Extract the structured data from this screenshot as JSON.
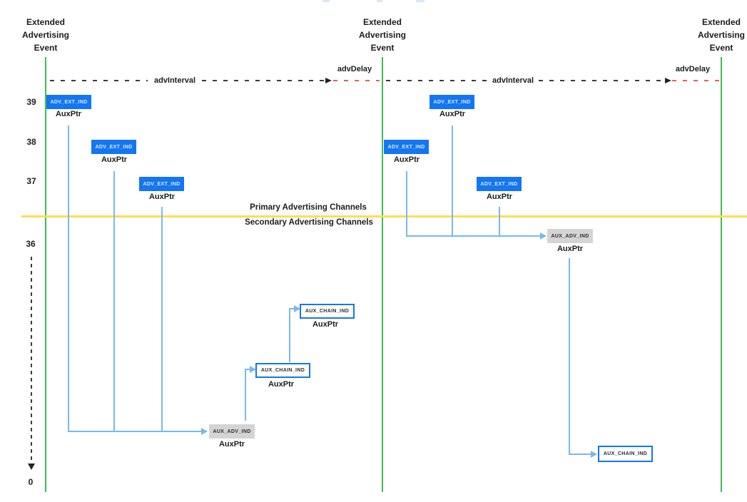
{
  "labels": {
    "event_title_lines": [
      "Extended",
      "Advertising",
      "Event"
    ],
    "adv_interval": "advInterval",
    "adv_delay": "advDelay",
    "aux_ptr": "AuxPtr",
    "primary_channels": "Primary Advertising Channels",
    "secondary_channels": "Secondary Advertising Channels"
  },
  "channels": {
    "ticks": [
      "39",
      "38",
      "37",
      "36",
      "0"
    ]
  },
  "pdus": {
    "adv_ext_ind": "ADV_EXT_IND",
    "aux_adv_ind": "AUX_ADV_IND",
    "aux_chain_ind": "AUX_CHAIN_IND"
  },
  "events": [
    {
      "title": "Extended Advertising Event",
      "primary_pdus": [
        {
          "pdu": "ADV_EXT_IND",
          "channel": "39"
        },
        {
          "pdu": "ADV_EXT_IND",
          "channel": "38"
        },
        {
          "pdu": "ADV_EXT_IND",
          "channel": "37"
        }
      ],
      "secondary_pdus": [
        "AUX_ADV_IND",
        "AUX_CHAIN_IND",
        "AUX_CHAIN_IND"
      ]
    },
    {
      "title": "Extended Advertising Event",
      "primary_pdus": [
        {
          "pdu": "ADV_EXT_IND",
          "channel": "38"
        },
        {
          "pdu": "ADV_EXT_IND",
          "channel": "39"
        },
        {
          "pdu": "ADV_EXT_IND",
          "channel": "37"
        }
      ],
      "secondary_pdus": [
        "AUX_ADV_IND",
        "AUX_CHAIN_IND"
      ]
    },
    {
      "title": "Extended Advertising Event",
      "primary_pdus": [],
      "secondary_pdus": []
    }
  ],
  "colors": {
    "event_line_green": "#3ebd52",
    "pdu_blue": "#1476f2",
    "pdu_gray": "#d4d4d4",
    "connector_light_blue": "#7ab8ec",
    "divider_yellow": "#ffdd55",
    "adv_delay_red": "#e45e57",
    "dash_black": "#3a3a3a",
    "text": "#1d1d1f"
  }
}
